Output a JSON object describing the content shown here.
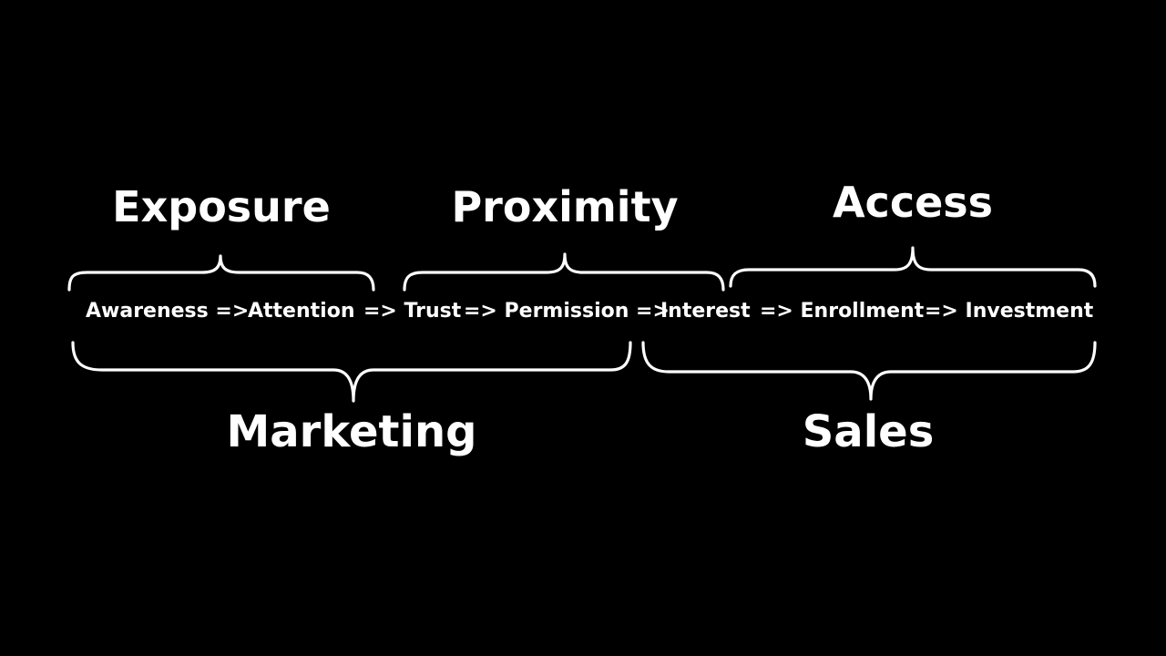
{
  "colors": {
    "background": "#000000",
    "foreground": "#ffffff"
  },
  "top_groups": [
    {
      "label": "Exposure"
    },
    {
      "label": "Proximity"
    },
    {
      "label": "Access"
    }
  ],
  "stages": [
    {
      "text": "Awareness =>"
    },
    {
      "text": "Attention"
    },
    {
      "text": "=> Trust"
    },
    {
      "text": "=> Permission =>"
    },
    {
      "text": "Interest"
    },
    {
      "text": "=> Enrollment"
    },
    {
      "text": "=> Investment"
    }
  ],
  "bottom_groups": [
    {
      "label": "Marketing"
    },
    {
      "label": "Sales"
    }
  ]
}
